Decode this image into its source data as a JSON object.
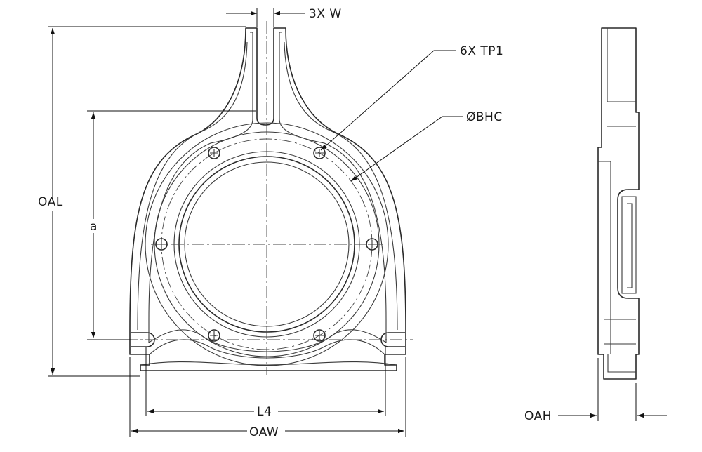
{
  "drawing": {
    "labels": {
      "width_callout": "3X  W",
      "hole_callout": "6X  TP1",
      "bolt_circle": "ØBHC",
      "overall_length": "OAL",
      "dim_a": "a",
      "l4": "L4",
      "overall_width": "OAW",
      "overall_height": "OAH"
    }
  }
}
